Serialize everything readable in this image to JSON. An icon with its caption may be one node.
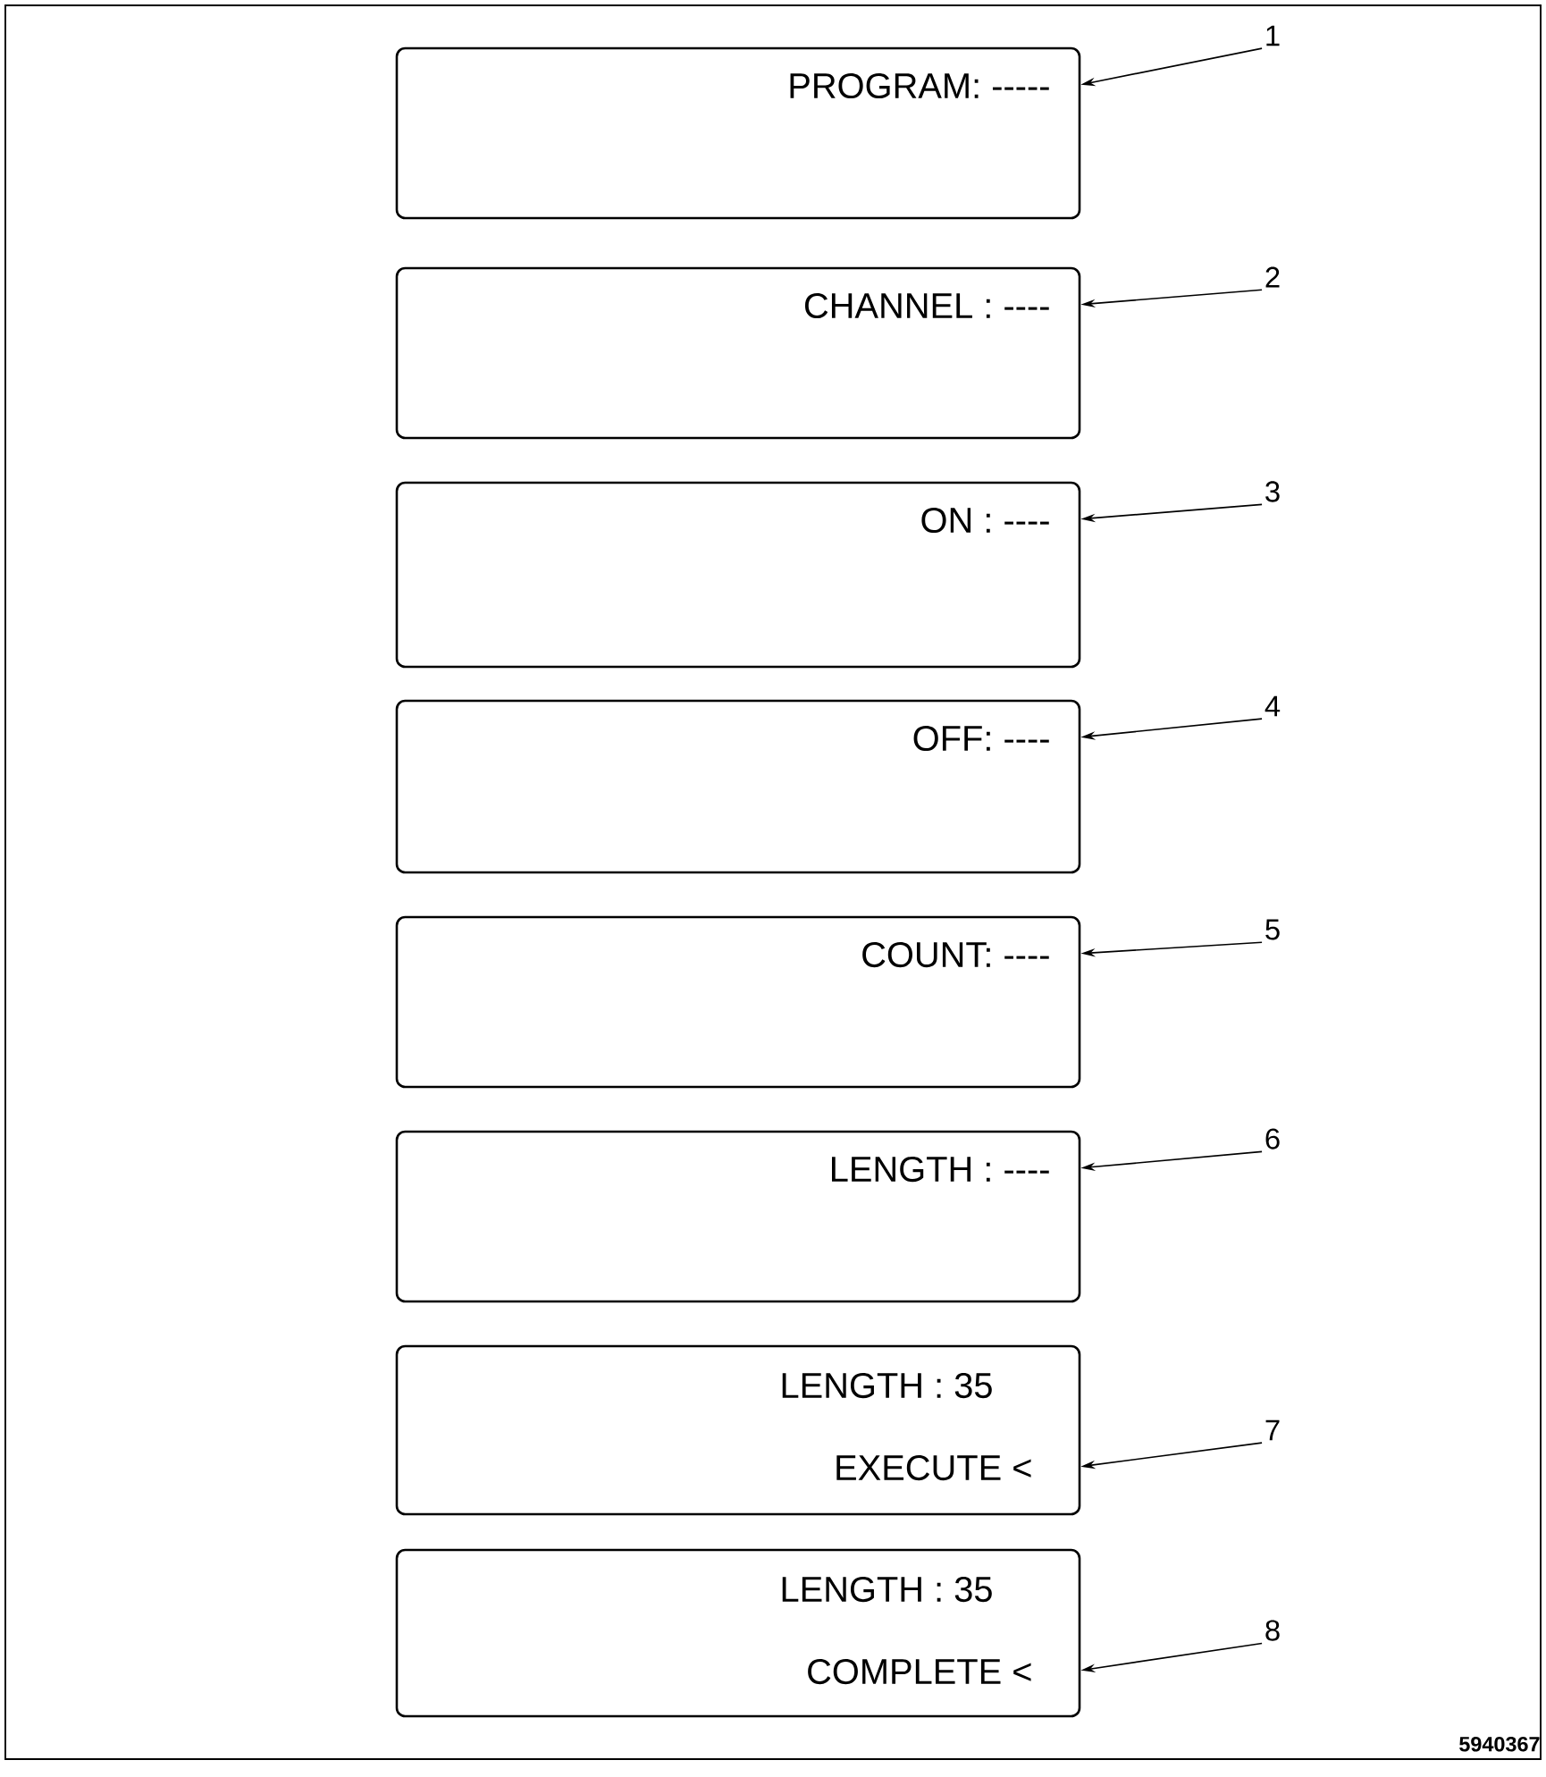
{
  "diagram": {
    "nodes": [
      {
        "text": [
          "PROGRAM: -----"
        ]
      },
      {
        "text": [
          "CHANNEL : ----"
        ]
      },
      {
        "text": [
          "ON : ----"
        ]
      },
      {
        "text": [
          "OFF: ----"
        ]
      },
      {
        "text": [
          "COUNT: ----"
        ]
      },
      {
        "text": [
          "LENGTH : ----"
        ]
      },
      {
        "text": [
          "LENGTH :   35",
          "EXECUTE <"
        ]
      },
      {
        "text": [
          "LENGTH :   35",
          "COMPLETE <"
        ]
      },
      {
        "text": [
          "1"
        ]
      },
      {
        "text": [
          "2"
        ]
      },
      {
        "text": [
          "3"
        ]
      },
      {
        "text": [
          "4"
        ]
      },
      {
        "text": [
          "5"
        ]
      },
      {
        "text": [
          "6"
        ]
      },
      {
        "text": [
          "7"
        ]
      },
      {
        "text": [
          "8"
        ]
      }
    ],
    "edges": [
      {
        "from": 8,
        "to": 0,
        "arrow": "to"
      },
      {
        "from": 9,
        "to": 1,
        "arrow": "to"
      },
      {
        "from": 10,
        "to": 2,
        "arrow": "to"
      },
      {
        "from": 11,
        "to": 3,
        "arrow": "to"
      },
      {
        "from": 12,
        "to": 4,
        "arrow": "to"
      },
      {
        "from": 13,
        "to": 5,
        "arrow": "to"
      },
      {
        "from": 14,
        "to": 6,
        "arrow": "to"
      },
      {
        "from": 15,
        "to": 7,
        "arrow": "to"
      }
    ],
    "labels": [
      "5940367"
    ]
  }
}
